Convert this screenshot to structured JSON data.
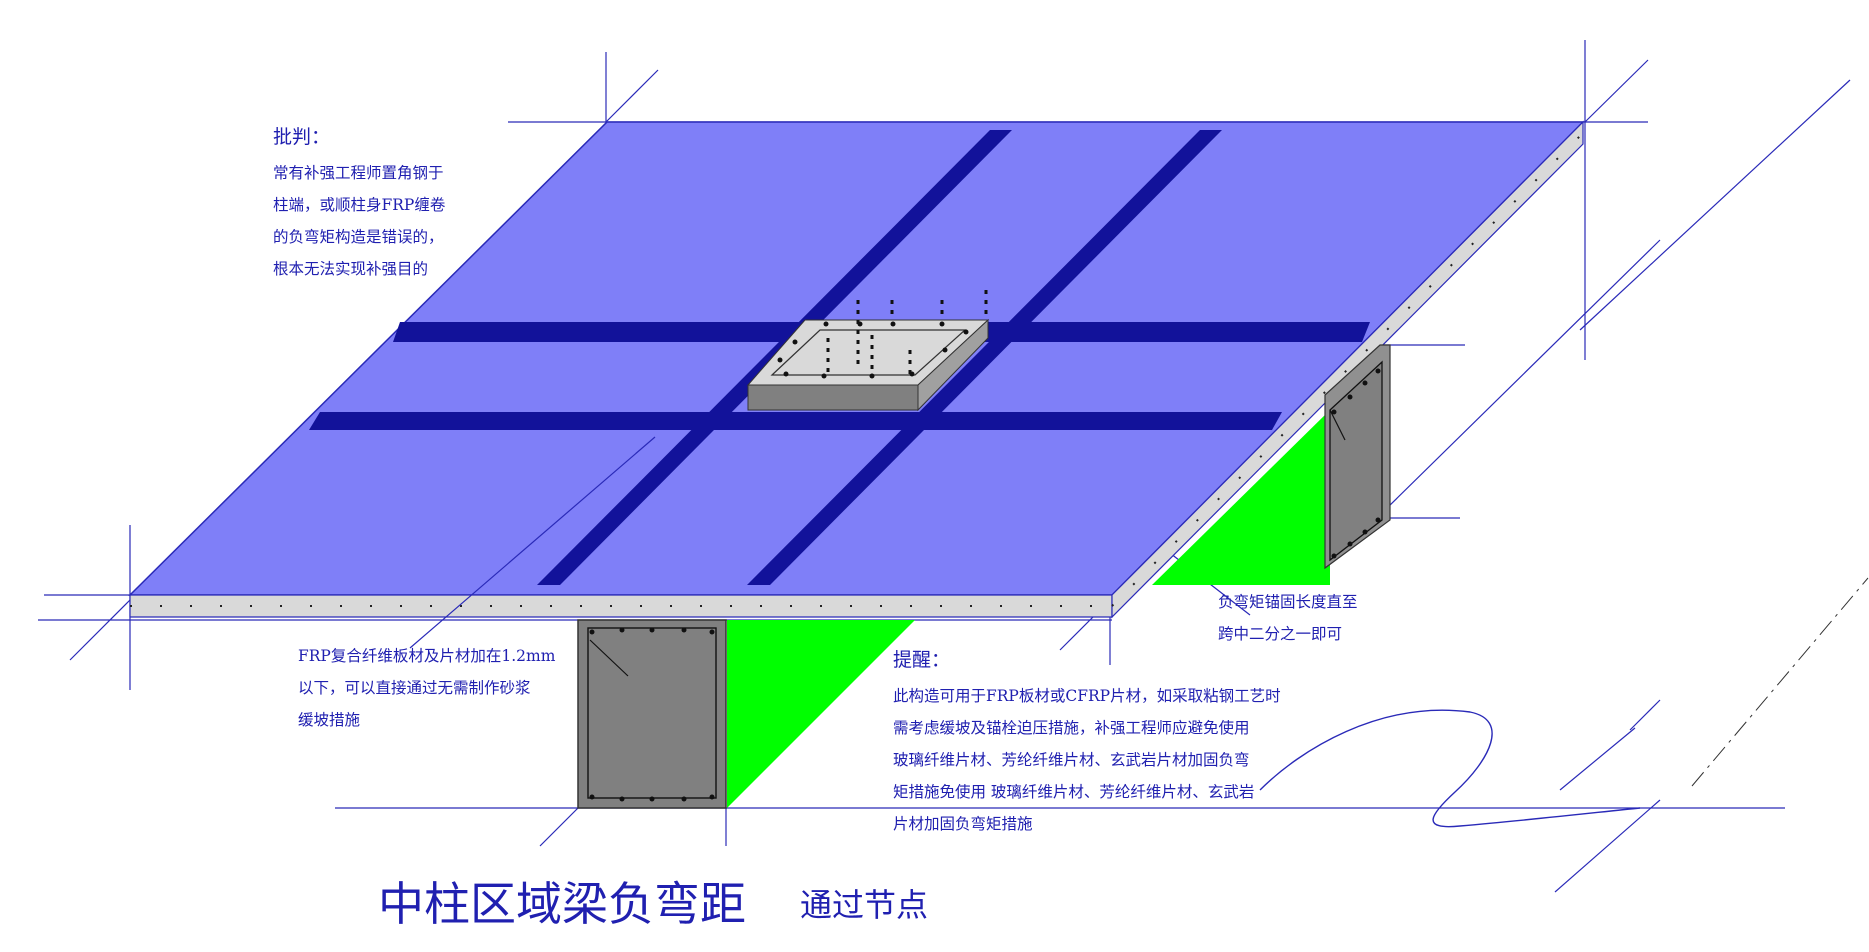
{
  "critique": {
    "heading": "批判：",
    "lines": [
      "常有补强工程师置角钢于",
      "柱端，或顺柱身FRP缠卷",
      "的负弯矩构造是错误的，",
      "根本无法实现补强目的"
    ]
  },
  "frp_note": {
    "lines": [
      "FRP复合纤维板材及片材加在1.2mm",
      "以下，可以直接通过无需制作砂浆",
      "缓坡措施"
    ]
  },
  "anchor_note": {
    "lines": [
      "负弯矩锚固长度直至",
      "跨中二分之一即可"
    ]
  },
  "reminder": {
    "heading": "提醒：",
    "lines": [
      "此构造可用于FRP板材或CFRP片材，如采取粘钢工艺时",
      "需考虑缓坡及锚栓迫压措施，补强工程师应避免使用",
      "玻璃纤维片材、芳纶纤维片材、玄武岩片材加固负弯",
      "矩措施免使用 玻璃纤维片材、芳纶纤维片材、玄武岩",
      "片材加固负弯矩措施"
    ]
  },
  "title": {
    "main": "中柱区域梁负弯距",
    "sub": "通过节点"
  },
  "colors": {
    "slab_top": "#7f7ff8",
    "frp_strip": "#12129a",
    "beam_haunch": "#00ff00",
    "beam_section": "#808080",
    "slab_edge": "#d9d9d9",
    "line_color": "#2a2ab8",
    "text_color": "#2020b0"
  }
}
